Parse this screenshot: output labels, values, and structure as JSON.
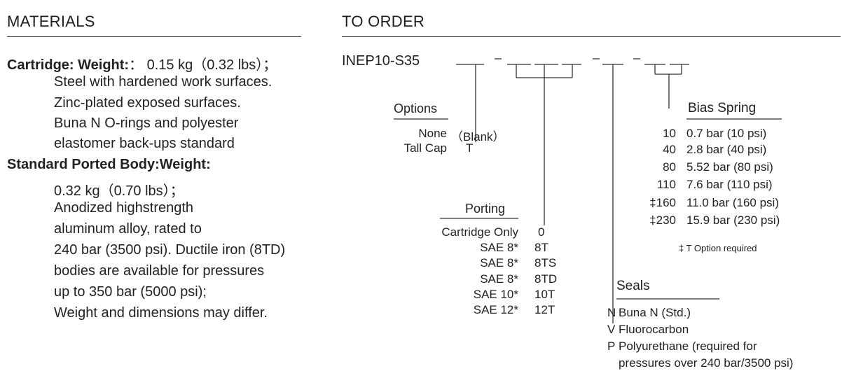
{
  "materials": {
    "title": "MATERIALS",
    "lines": [
      {
        "label": "Cartridge: Weight:",
        "text": "： 0.15 kg（0.32 lbs）；"
      },
      {
        "text": "Steel with hardened work surfaces."
      },
      {
        "text": "Zinc-plated exposed surfaces."
      },
      {
        "text": "Buna N O-rings and polyester"
      },
      {
        "text": "elastomer back-ups standard"
      },
      {
        "label": "Standard Ported Body:Weight:",
        "text": ""
      },
      {
        "text": "0.32 kg（0.70 lbs）；"
      },
      {
        "text": "Anodized highstrength"
      },
      {
        "text": "aluminum alloy, rated to"
      },
      {
        "text": "240 bar (3500 psi). Ductile iron (8TD)"
      },
      {
        "text": "bodies are available for pressures"
      },
      {
        "text": "up to 350 bar (5000 psi);"
      },
      {
        "text": "Weight and dimensions may differ."
      }
    ]
  },
  "order": {
    "title": "TO ORDER",
    "model_code": "INEP10-S35",
    "options": {
      "title": "Options",
      "rows": [
        {
          "label": "None",
          "code": "（Blank）"
        },
        {
          "label": "Tall Cap",
          "code": "T"
        }
      ]
    },
    "porting": {
      "title": "Porting",
      "rows": [
        {
          "label": "Cartridge Only",
          "code": "0"
        },
        {
          "label": "SAE 8*",
          "code": "8T"
        },
        {
          "label": "SAE 8*",
          "code": "8TS"
        },
        {
          "label": "SAE 8*",
          "code": "8TD"
        },
        {
          "label": "SAE 10*",
          "code": "10T"
        },
        {
          "label": "SAE 12*",
          "code": "12T"
        }
      ]
    },
    "bias_spring": {
      "title": "Bias Spring",
      "rows": [
        {
          "code": "10",
          "value": "0.7 bar (10 psi)"
        },
        {
          "code": "40",
          "value": "2.8 bar (40 psi)"
        },
        {
          "code": "80",
          "value": "5.52 bar (80 psi)"
        },
        {
          "code": "110",
          "value": "7.6 bar (110 psi)"
        },
        {
          "code": "‡160",
          "value": "11.0 bar (160 psi)"
        },
        {
          "code": "‡230",
          "value": "15.9 bar (230 psi)"
        }
      ],
      "note": "‡ T Option required"
    },
    "seals": {
      "title": "Seals",
      "rows": [
        {
          "code": "N",
          "value": "Buna N (Std.)"
        },
        {
          "code": "V",
          "value": "Fluorocarbon"
        },
        {
          "code": "P",
          "value": "Polyurethane (required for"
        },
        {
          "code": "",
          "value": "pressures over 240 bar/3500 psi)"
        }
      ]
    }
  }
}
